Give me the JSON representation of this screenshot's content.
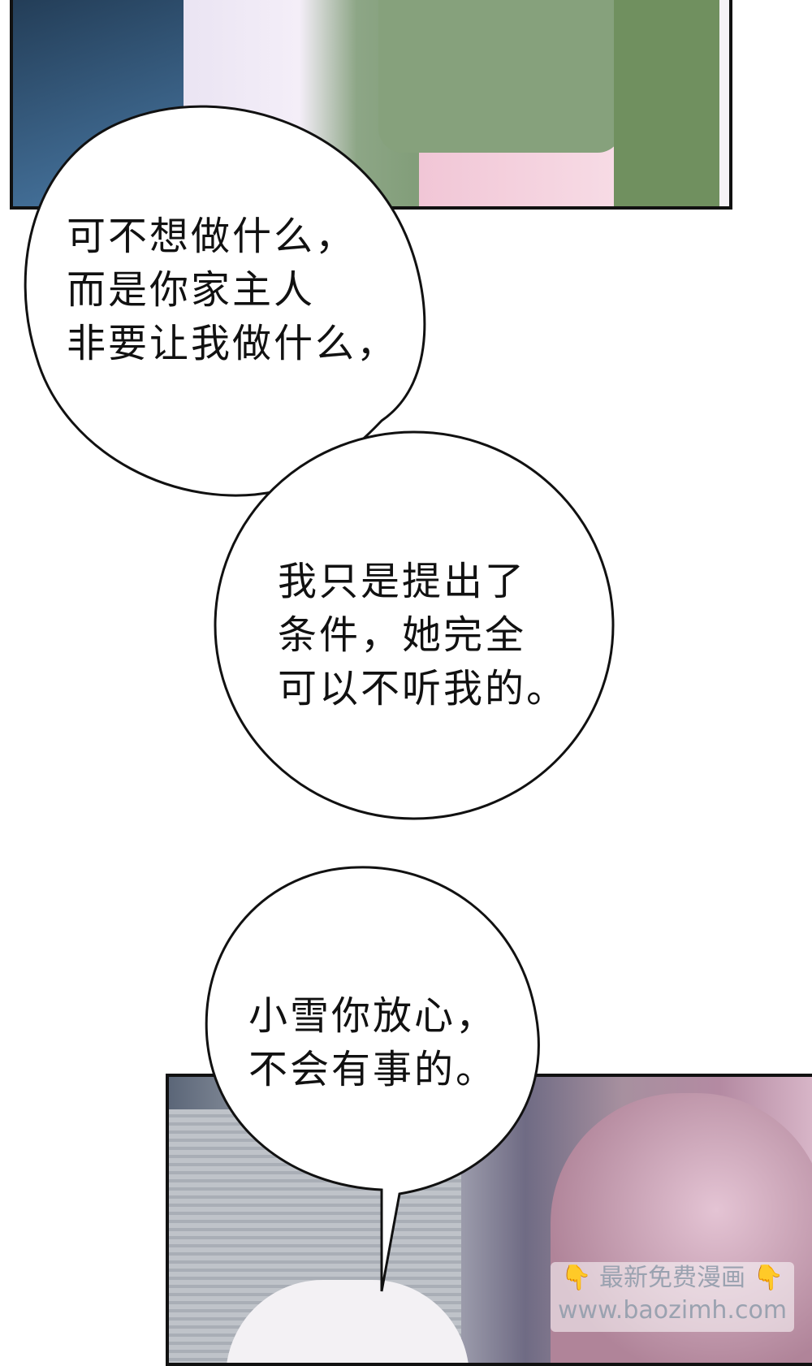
{
  "bubbles": [
    {
      "text": "可不想做什么，\n而是你家主人\n非要让我做什么，"
    },
    {
      "text": "我只是提出了\n条件，她完全\n可以不听我的。"
    },
    {
      "text": "小雪你放心，\n不会有事的。"
    }
  ],
  "watermark": {
    "line1": "最新免费漫画",
    "line2": "www.baozimh.com",
    "hand_icon": "pointing-down-hand-icon",
    "hand_color": "#e3a421"
  }
}
